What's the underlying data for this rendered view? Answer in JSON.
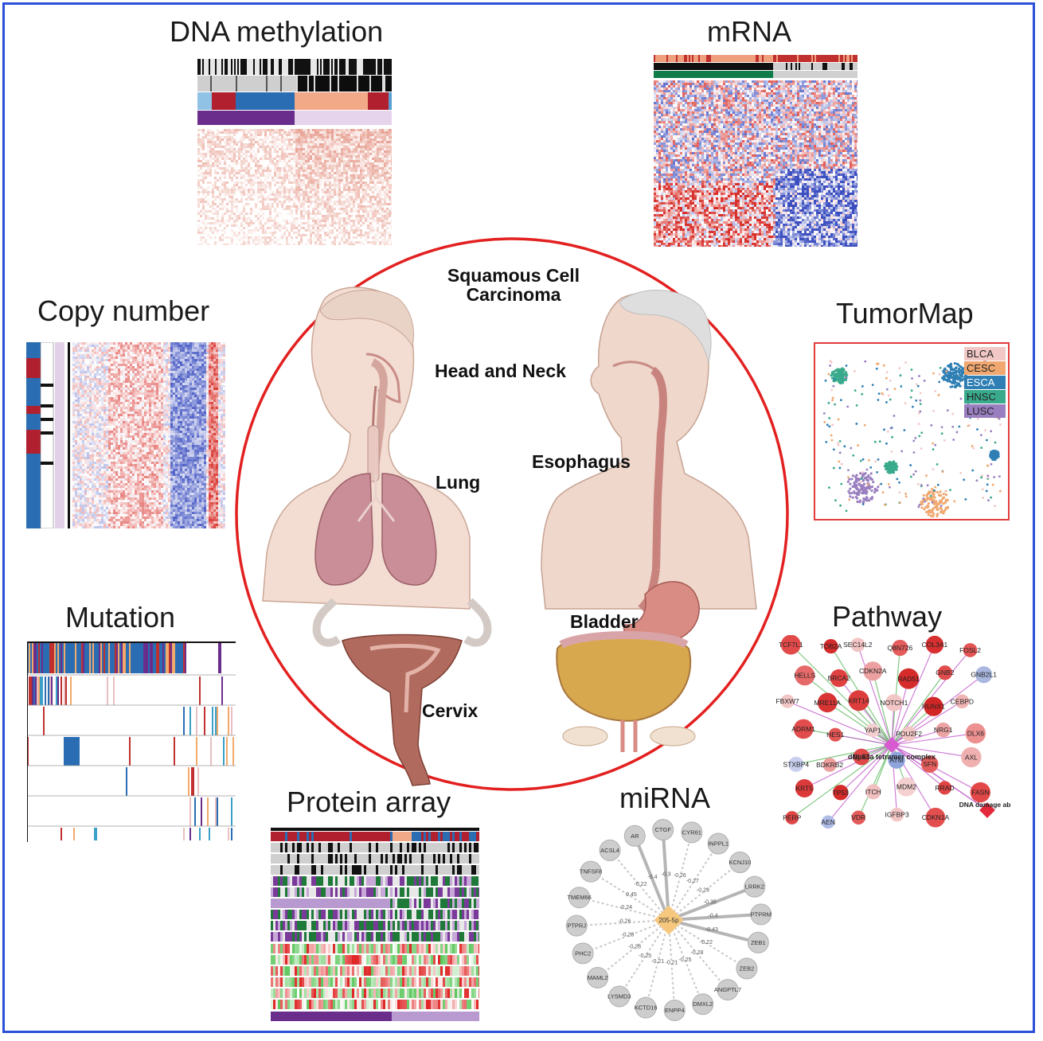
{
  "panels": {
    "dna_methylation": "DNA methylation",
    "mrna": "mRNA",
    "copy_number": "Copy number",
    "tumormap": "TumorMap",
    "mutation": "Mutation",
    "pathway": "Pathway",
    "protein_array": "Protein array",
    "mirna": "miRNA"
  },
  "center": {
    "title_line1": "Squamous Cell",
    "title_line2": "Carcinoma",
    "organs": {
      "head_neck": "Head and Neck",
      "esophagus": "Esophagus",
      "lung": "Lung",
      "cervix": "Cervix",
      "bladder": "Bladder"
    }
  },
  "tumormap_legend": [
    {
      "label": "BLCA",
      "color": "#f2c8c6"
    },
    {
      "label": "CESC",
      "color": "#f0a870"
    },
    {
      "label": "ESCA",
      "color": "#2f7fb5"
    },
    {
      "label": "HNSC",
      "color": "#3aaa8c"
    },
    {
      "label": "LUSC",
      "color": "#9a7fc0"
    }
  ],
  "pathway": {
    "center_label": "dNp63a tetramer complex",
    "secondary_label": "DNA damage ab",
    "genes": [
      {
        "g": "TCF7L1",
        "c": "#e24a4a"
      },
      {
        "g": "TOB2A",
        "c": "#d42a2a"
      },
      {
        "g": "SEC14L2",
        "c": "#f2c4c4"
      },
      {
        "g": "Q8N726",
        "c": "#e45c5c"
      },
      {
        "g": "COL3A1",
        "c": "#d83030"
      },
      {
        "g": "FOSL2",
        "c": "#e35555"
      },
      {
        "g": "HELLS",
        "c": "#e66a6a"
      },
      {
        "g": "BRCA2",
        "c": "#e04040"
      },
      {
        "g": "CDKN2A",
        "c": "#eda0a0"
      },
      {
        "g": "RAD51",
        "c": "#d52b2b"
      },
      {
        "g": "GNB2",
        "c": "#e14d4d"
      },
      {
        "g": "GNB2L1",
        "c": "#aab8e0"
      },
      {
        "g": "FBXW7",
        "c": "#f3c6c6"
      },
      {
        "g": "MRE11A",
        "c": "#d93434"
      },
      {
        "g": "KRT14",
        "c": "#dc3c3c"
      },
      {
        "g": "NOTCH1",
        "c": "#f3c6c6"
      },
      {
        "g": "RUNX1",
        "c": "#d22626"
      },
      {
        "g": "CEBPD",
        "c": "#f0b4b4"
      },
      {
        "g": "ADRM1",
        "c": "#e24c4c"
      },
      {
        "g": "HES1",
        "c": "#e35656"
      },
      {
        "g": "YAP1",
        "c": "#f5d0d0"
      },
      {
        "g": "POU2F2",
        "c": "#f3c6c6"
      },
      {
        "g": "NRG1",
        "c": "#eda4a4"
      },
      {
        "g": "DLX6",
        "c": "#ec9090"
      },
      {
        "g": "STXBP4",
        "c": "#c8d0ee"
      },
      {
        "g": "BDKRB2",
        "c": "#ee9e9e"
      },
      {
        "g": "DLX5",
        "c": "#e14848"
      },
      {
        "g": "ATM",
        "c": "#8ea4dc"
      },
      {
        "g": "SFN",
        "c": "#e55e5e"
      },
      {
        "g": "AXL",
        "c": "#f0b0b0"
      },
      {
        "g": "KRT5",
        "c": "#dc3a3a"
      },
      {
        "g": "TP53",
        "c": "#d42a2a"
      },
      {
        "g": "ITCH",
        "c": "#f2c0c0"
      },
      {
        "g": "MDM2",
        "c": "#f5d0d0"
      },
      {
        "g": "RRAD",
        "c": "#e04444"
      },
      {
        "g": "FASN",
        "c": "#e24848"
      },
      {
        "g": "PERP",
        "c": "#e14646"
      },
      {
        "g": "AEN",
        "c": "#b0bde8"
      },
      {
        "g": "VDR",
        "c": "#e35a5a"
      },
      {
        "g": "IGFBP3",
        "c": "#f3c6c6"
      },
      {
        "g": "CDKN1A",
        "c": "#e34e4e"
      }
    ]
  },
  "mirna": {
    "center_label": "205-5p",
    "targets": [
      {
        "g": "AR",
        "w": "-0.4"
      },
      {
        "g": "CTGF",
        "w": "-0.3"
      },
      {
        "g": "CYR61",
        "w": "-0.26"
      },
      {
        "g": "INPPL1",
        "w": "-0.27"
      },
      {
        "g": "KCNJ10",
        "w": "-0.23"
      },
      {
        "g": "LRRK2",
        "w": "-0.35"
      },
      {
        "g": "PTPRM",
        "w": "-0.4"
      },
      {
        "g": "ZEB1",
        "w": "-0.43"
      },
      {
        "g": "ZEB2",
        "w": "-0.22"
      },
      {
        "g": "ANGPTL7",
        "w": "-0.28"
      },
      {
        "g": "DMXL2",
        "w": "-0.25"
      },
      {
        "g": "ENPP4",
        "w": "-0.21"
      },
      {
        "g": "KCTD16",
        "w": "-0.21"
      },
      {
        "g": "LYSMD3",
        "w": "-0.25"
      },
      {
        "g": "MAML2",
        "w": "-0.28"
      },
      {
        "g": "PHC2",
        "w": "-0.28"
      },
      {
        "g": "PTPRJ",
        "w": "-0.26"
      },
      {
        "g": "TMEM66",
        "w": "-0.24"
      },
      {
        "g": "TNFSF8",
        "w": "0.45"
      },
      {
        "g": "ACSL4",
        "w": "-0.22"
      },
      {
        "g": "-0.27",
        "w": "-0.27"
      }
    ]
  }
}
